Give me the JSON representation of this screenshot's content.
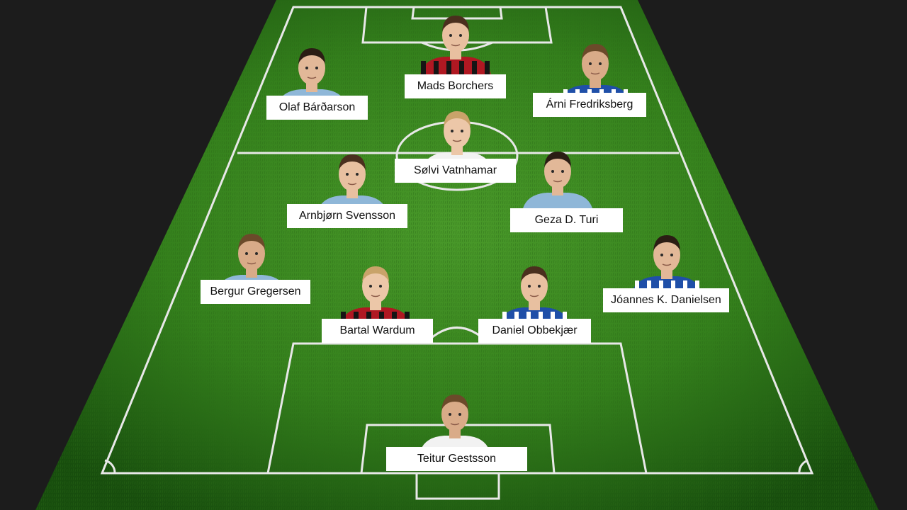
{
  "formation": {
    "players": [
      {
        "name": "Mads Borchers",
        "kit": "red-black"
      },
      {
        "name": "Olaf Bárðarson",
        "kit": "light-blue"
      },
      {
        "name": "Árni Fredriksberg",
        "kit": "blue-white"
      },
      {
        "name": "Sølvi Vatnhamar",
        "kit": "white"
      },
      {
        "name": "Arnbjørn Svensson",
        "kit": "light-blue"
      },
      {
        "name": "Geza D. Turi",
        "kit": "light-blue"
      },
      {
        "name": "Bergur Gregersen",
        "kit": "light-blue"
      },
      {
        "name": "Bartal Wardum",
        "kit": "red-black"
      },
      {
        "name": "Daniel Obbekjær",
        "kit": "blue-white"
      },
      {
        "name": "Jóannes K. Danielsen",
        "kit": "blue-white"
      },
      {
        "name": "Teitur Gestsson",
        "kit": "white"
      }
    ]
  },
  "colors": {
    "background": "#1c1c1c",
    "grass_light": "#3f8f24",
    "grass_dark": "#1f5a12",
    "line": "#e8e8e8",
    "label_bg": "#ffffff",
    "red-black": "#b01822",
    "light-blue": "#8fb7d8",
    "blue-white": "#1f4fa8",
    "white": "#f2f2f2"
  }
}
